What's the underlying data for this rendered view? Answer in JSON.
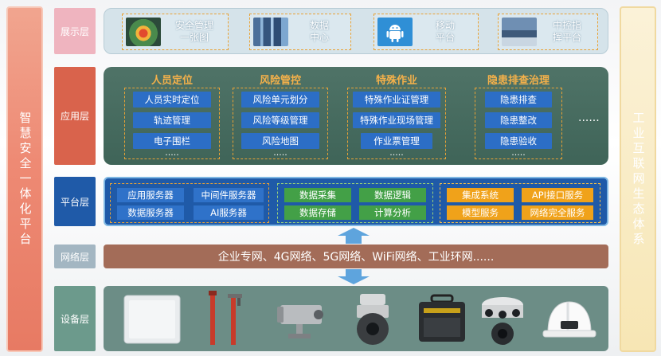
{
  "left_pillar": "智慧安全一体化平台",
  "right_pillar": "工业互联网生态体系",
  "layers": {
    "display": "展示层",
    "application": "应用层",
    "platform": "平台层",
    "network": "网络层",
    "device": "设备层"
  },
  "display_cards": [
    {
      "label": "安全管理\n一张图",
      "icon": "heatmap-thumbnail"
    },
    {
      "label": "数据\n中心",
      "icon": "data-center-thumbnail"
    },
    {
      "label": "移动\n平台",
      "icon": "android-icon"
    },
    {
      "label": "中控指\n挥平台",
      "icon": "control-room-thumbnail"
    }
  ],
  "app_groups": [
    {
      "title": "人员定位",
      "items": [
        "人员实时定位",
        "轨迹管理",
        "电子围栏"
      ],
      "dots": "....."
    },
    {
      "title": "风险管控",
      "items": [
        "风险单元划分",
        "风险等级管理",
        "风险地图"
      ],
      "dots": "....."
    },
    {
      "title": "特殊作业",
      "items": [
        "特殊作业证管理",
        "特殊作业现场管理",
        "作业票管理"
      ],
      "dots": "....."
    },
    {
      "title": "隐患排查治理",
      "items": [
        "隐患排查",
        "隐患整改",
        "隐患验收"
      ],
      "dots": "....."
    }
  ],
  "app_more": "......",
  "platform_groups": [
    {
      "items": [
        "应用服务器",
        "中间件服务器",
        "数据服务器",
        "AI服务器"
      ],
      "color": "#2f72c9",
      "border": "#e8a236"
    },
    {
      "items": [
        "数据采集",
        "数据逻辑",
        "数据存储",
        "计算分析"
      ],
      "color": "#43a047",
      "border": "#9ad37a"
    },
    {
      "items": [
        "集成系统",
        "API接口服务",
        "模型服务",
        "网络完全服务"
      ],
      "color": "#f0a21a",
      "border": "#f5c04a"
    }
  ],
  "network_text": "企业专网、4G网络、5G网络、WiFi网络、工业环网......",
  "devices": [
    "rfid-reader",
    "gas-detector-pole",
    "explosion-proof-camera",
    "dome-camera",
    "portable-case-device",
    "panoramic-camera",
    "safety-helmet"
  ],
  "colors": {
    "display_label": "#efb4bf",
    "application_label": "#d9634c",
    "platform_label": "#1f5aa8",
    "network_label": "#a3b6c2",
    "device_label": "#6c9a8c"
  }
}
